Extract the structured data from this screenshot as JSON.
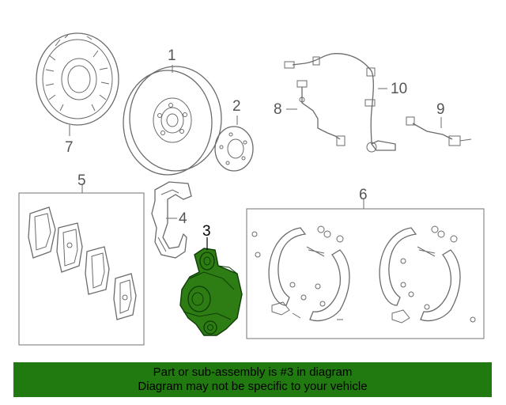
{
  "callouts": {
    "c1": "1",
    "c2": "2",
    "c3": "3",
    "c4": "4",
    "c5": "5",
    "c6": "6",
    "c7": "7",
    "c8": "8",
    "c9": "9",
    "c10": "10"
  },
  "highlight_color": "#2d7d14",
  "banner": {
    "line1": "Part or sub-assembly is #3 in diagram",
    "line2": "Diagram may not be specific to your vehicle",
    "background": "#217a10"
  }
}
